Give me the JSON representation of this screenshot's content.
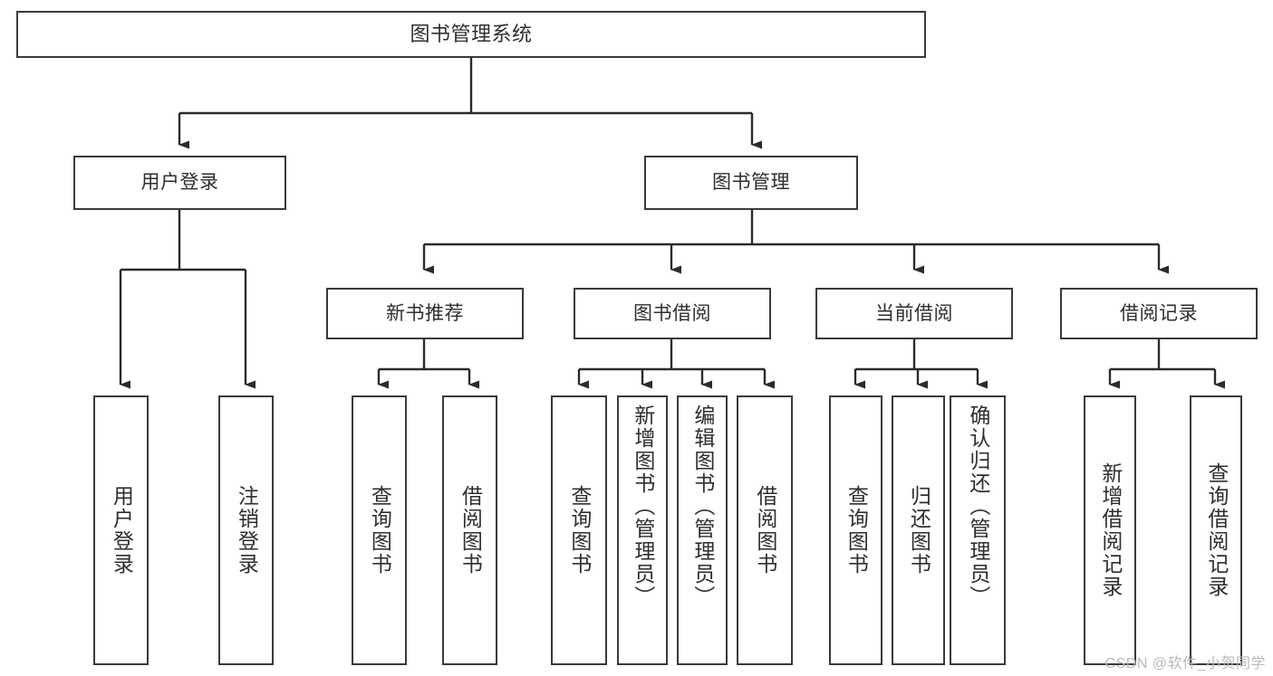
{
  "diagram": {
    "title": "图书管理系统",
    "type": "hierarchy-tree",
    "watermark": "CSDN @软件_小贺同学",
    "colors": {
      "box_border": "#3a3a3a",
      "box_fill": "#ffffff",
      "connector": "#2b2b2b",
      "text": "#2e2e2e",
      "watermark": "#b9b9b9",
      "background": "#ffffff"
    },
    "levels": {
      "root": {
        "label": "图书管理系统"
      },
      "level2": [
        {
          "label": "用户登录"
        },
        {
          "label": "图书管理"
        }
      ],
      "level3": [
        {
          "label": "新书推荐"
        },
        {
          "label": "图书借阅"
        },
        {
          "label": "当前借阅"
        },
        {
          "label": "借阅记录"
        }
      ],
      "leaves": {
        "user_login": [
          {
            "label": "用户登录"
          },
          {
            "label": "注销登录"
          }
        ],
        "new_book_recommend": [
          {
            "label": "查询图书"
          },
          {
            "label": "借阅图书"
          }
        ],
        "book_borrow": [
          {
            "label": "查询图书"
          },
          {
            "label": "新增图书（管理员）"
          },
          {
            "label": "编辑图书（管理员）"
          },
          {
            "label": "借阅图书"
          }
        ],
        "current_borrow": [
          {
            "label": "查询图书"
          },
          {
            "label": "归还图书"
          },
          {
            "label": "确认归还（管理员）"
          }
        ],
        "borrow_record": [
          {
            "label": "新增借阅记录"
          },
          {
            "label": "查询借阅记录"
          }
        ]
      }
    }
  }
}
